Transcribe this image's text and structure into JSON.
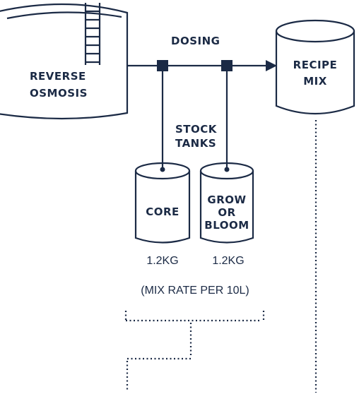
{
  "labels": {
    "reverse_osmosis": [
      "REVERSE",
      "OSMOSIS"
    ],
    "dosing": "DOSING",
    "recipe_mix": [
      "RECIPE",
      "MIX"
    ],
    "stock_tanks": [
      "STOCK",
      "TANKS"
    ],
    "core": "CORE",
    "grow_or_bloom": [
      "GROW",
      "OR",
      "BLOOM"
    ],
    "weight_core": "1.2KG",
    "weight_grow": "1.2KG",
    "mix_rate": "(MIX RATE PER 10L)"
  },
  "colors": {
    "ink": "#1b2a45",
    "background": "#ffffff"
  }
}
